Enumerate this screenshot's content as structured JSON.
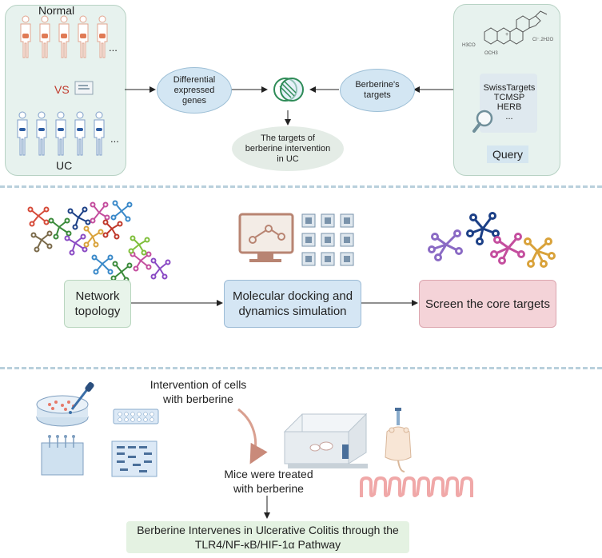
{
  "section1": {
    "normal_label": "Normal",
    "uc_label": "UC",
    "vs_label": "VS",
    "ellipsis": "...",
    "deg_label": "Differential expressed genes",
    "targets_label": "Berberine's targets",
    "result_label": "The targets of berberine intervention in UC",
    "db_items": [
      "SwissTargets",
      "TCMSP",
      "HERB",
      "..."
    ],
    "query_label": "Query",
    "chem": {
      "meo1": "H3CO",
      "meo2": "OCH3",
      "salt": "Cl⁻.2H2O",
      "plus": "+"
    }
  },
  "section2": {
    "network_label": "Network topology",
    "docking_label": "Molecular docking and dynamics simulation",
    "screen_label": "Screen the core targets"
  },
  "section3": {
    "cells_label": "Intervention of cells with berberine",
    "mice_label": "Mice were treated with berberine",
    "conclusion_label": "Berberine Intervenes in Ulcerative Colitis through the TLR4/NF-κB/HIF-1α Pathway"
  },
  "colors": {
    "panel_bg": "#e7f2ee",
    "ellipse_blue": "#d3e6f3",
    "ellipse_grey": "#e4ece6",
    "network_box": "#e8f4ea",
    "docking_box": "#d5e6f4",
    "screen_box": "#f4d3d8",
    "conclusion_box": "#e4f2e2",
    "divider": "#b9d0dc",
    "vs_red": "#c0392b"
  }
}
